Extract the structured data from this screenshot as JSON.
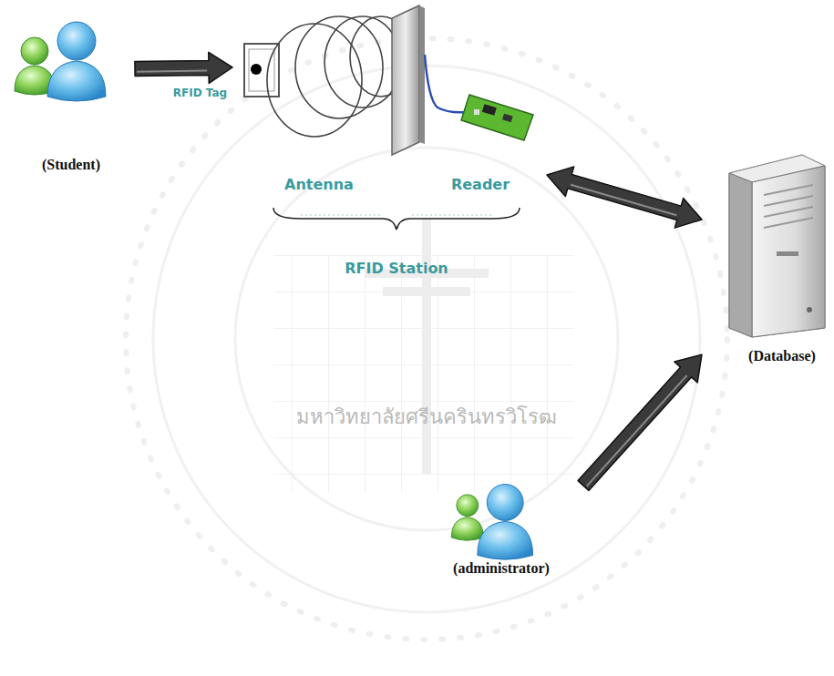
{
  "diagram": {
    "nodes": [
      {
        "text": [
          "(Student)"
        ]
      },
      {
        "text": [
          "Antenna",
          "Reader",
          "RFID Station"
        ]
      },
      {
        "text": [
          "(Database)"
        ]
      },
      {
        "text": [
          "(administrator)"
        ]
      }
    ],
    "edges": [
      {
        "from": 0,
        "to": 1,
        "arrow": "to",
        "label": "RFID Tag"
      },
      {
        "from": 1,
        "to": 2,
        "arrow": "both"
      },
      {
        "from": 3,
        "to": 2,
        "arrow": "to"
      }
    ],
    "labels": [
      "มหาวิทยาลัยศรีนครินทรวิโรฒ"
    ]
  }
}
